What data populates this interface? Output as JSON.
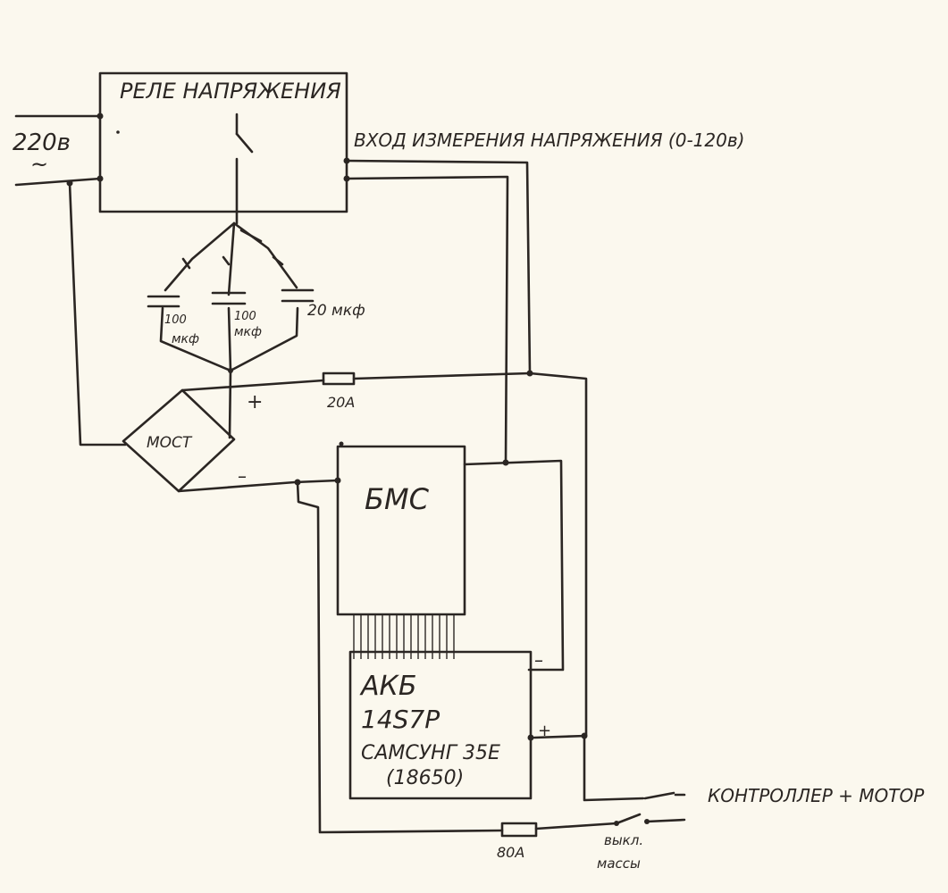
{
  "colors": {
    "paper": "#fbf8ee",
    "ink": "#2b2623"
  },
  "relay": {
    "label": "РЕЛЕ НАПРЯЖЕНИЯ"
  },
  "mains": {
    "voltage": "220в",
    "ac_symbol": "~"
  },
  "measure_input": {
    "label": "ВХОД ИЗМЕРЕНИЯ НАПРЯЖЕНИЯ (0-120в)"
  },
  "capacitors": [
    {
      "label_line1": "100",
      "label_line2": "мкф"
    },
    {
      "label_line1": "100",
      "label_line2": "мкф"
    },
    {
      "label_line1": "20 мкф",
      "label_line2": ""
    }
  ],
  "bridge": {
    "label": "МОСТ",
    "plus": "+",
    "minus": "–"
  },
  "fuse_20": {
    "label": "20А"
  },
  "bms": {
    "label": "БМС"
  },
  "battery": {
    "line1": "АКБ",
    "line2": "14S7P",
    "line3": "САМСУНГ 35Е",
    "line4": "(18650)",
    "minus": "–",
    "plus": "+"
  },
  "load": {
    "label": "КОНТРОЛЛЕР + МОТОР"
  },
  "fuse_80": {
    "label": "80А"
  },
  "ground_switch": {
    "line1": "выкл.",
    "line2": "массы"
  }
}
